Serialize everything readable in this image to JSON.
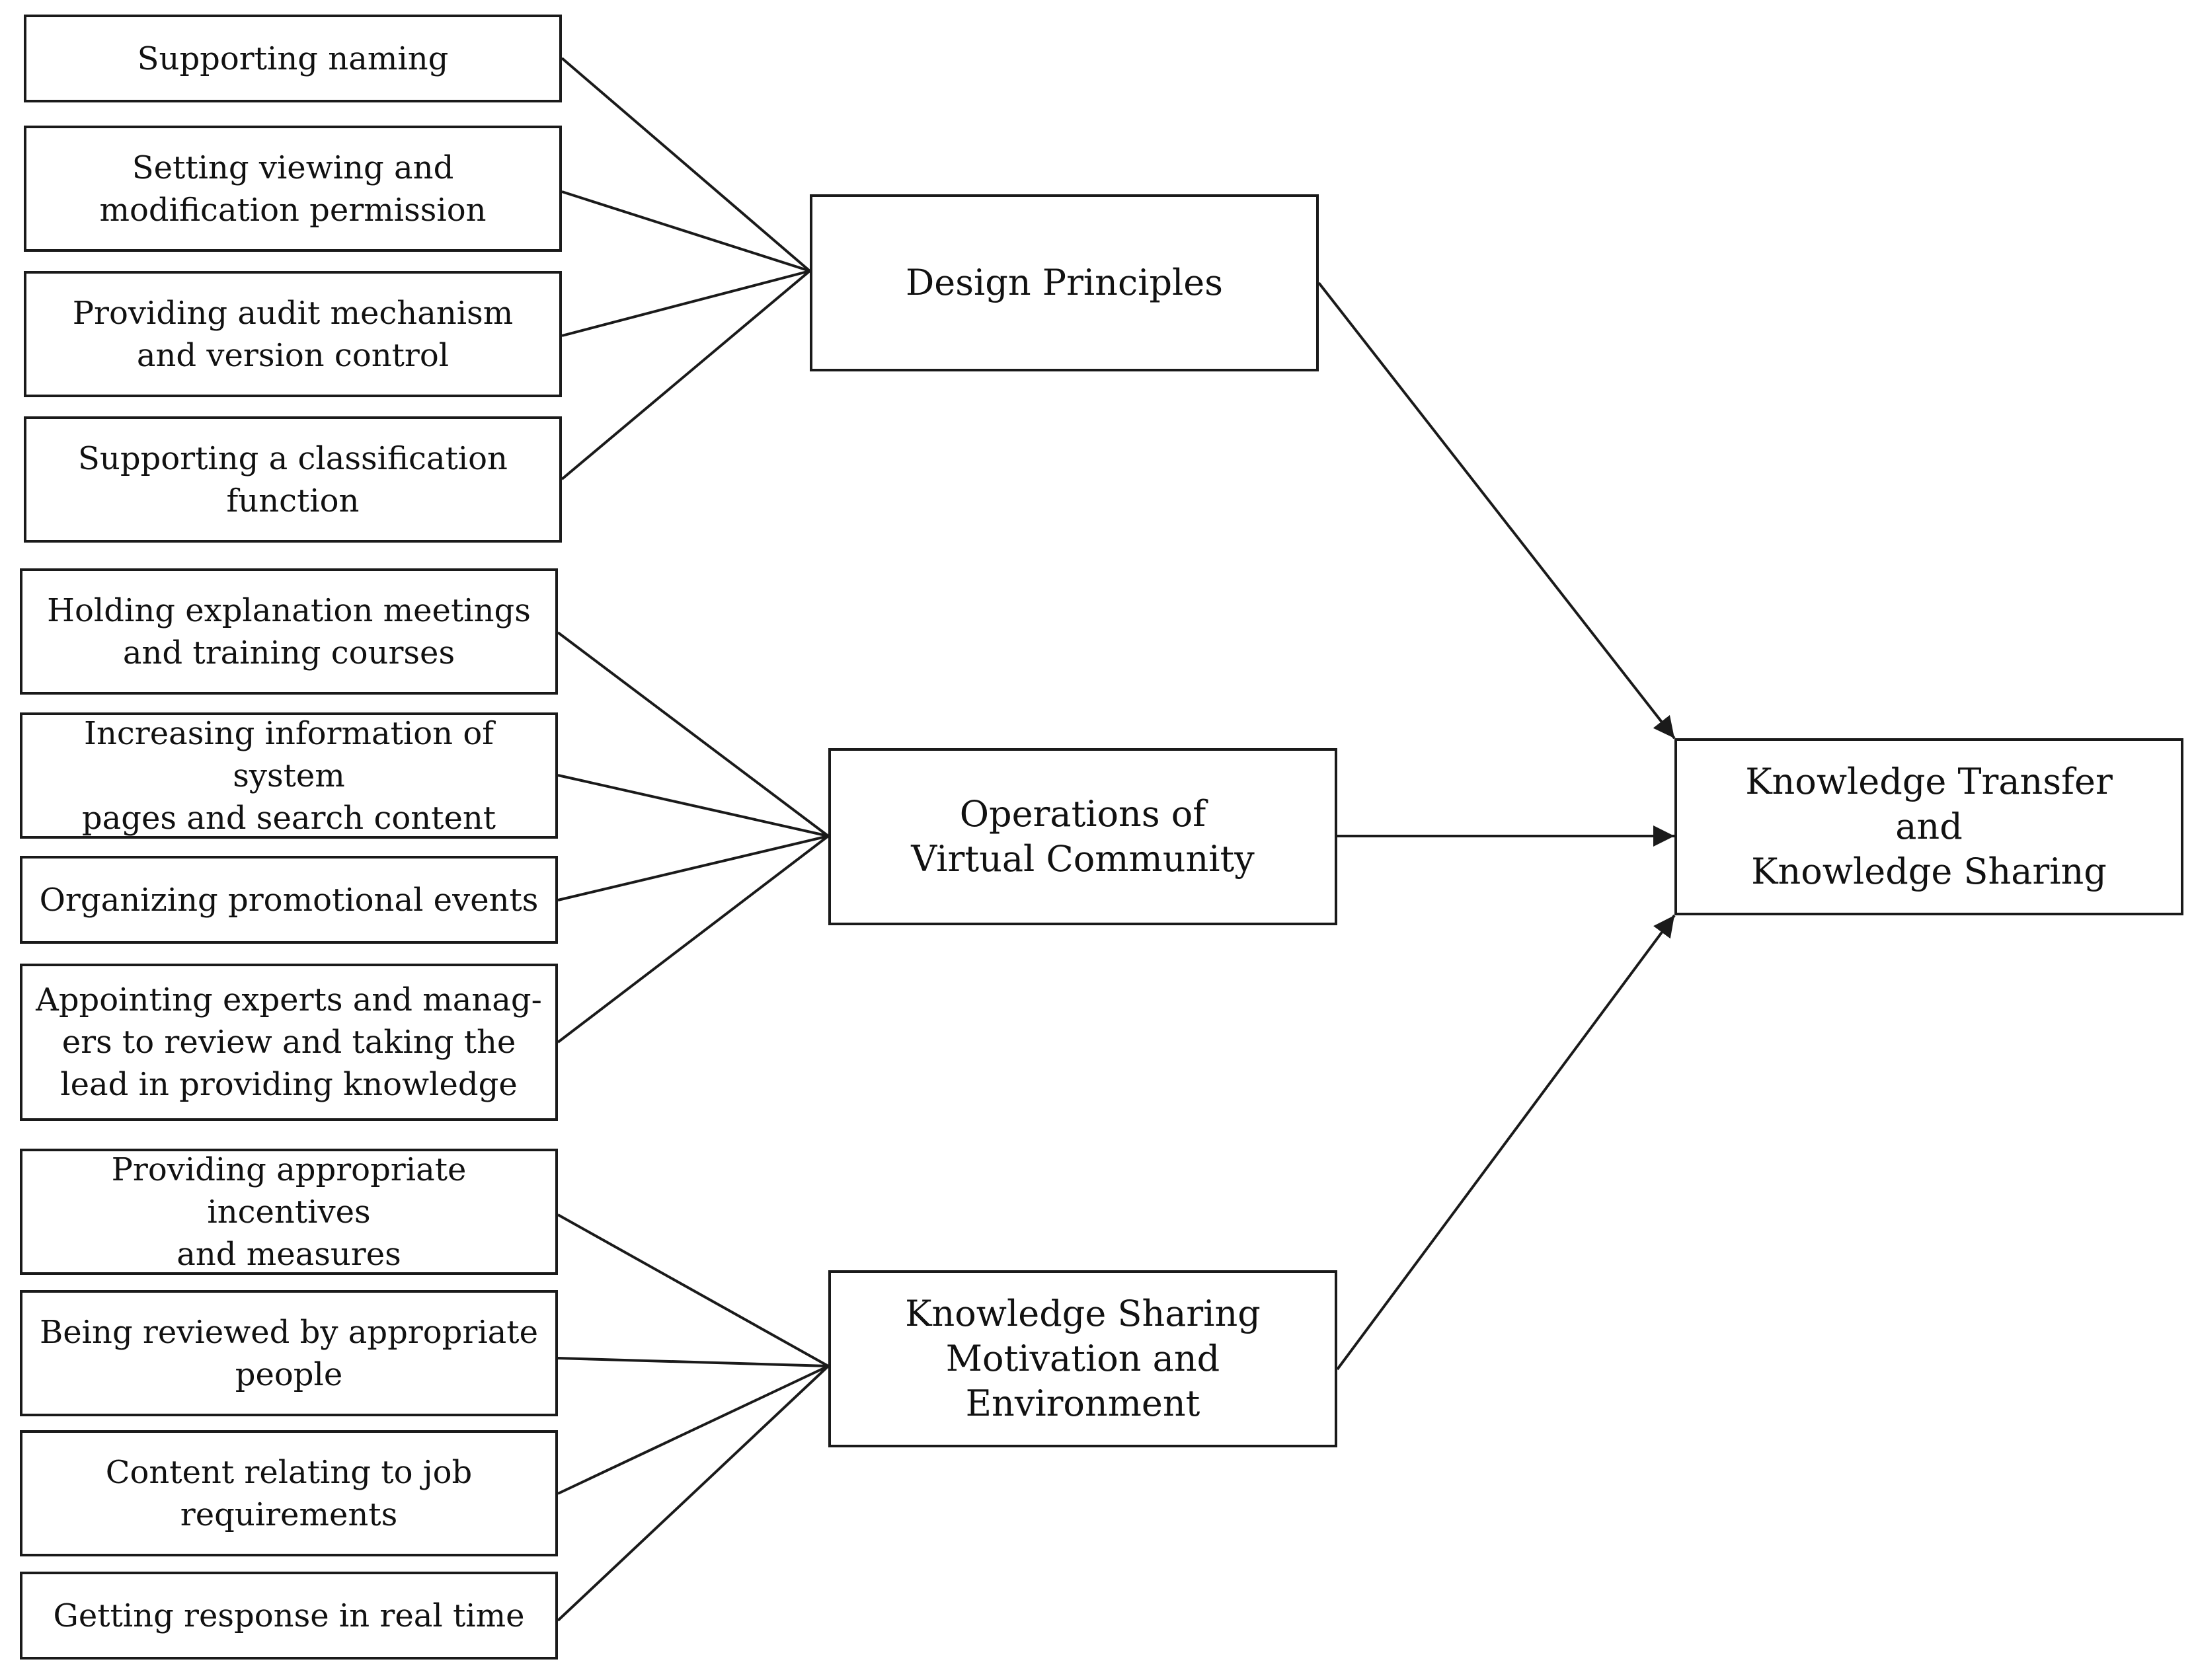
{
  "diagram": {
    "groups": [
      {
        "label": "Design Principles",
        "factors": [
          "Supporting naming",
          "Setting viewing and\nmodification permission",
          "Providing audit mechanism\nand version control",
          "Supporting a classification\nfunction"
        ]
      },
      {
        "label": "Operations of\nVirtual Community",
        "factors": [
          "Holding explanation meetings\nand training courses",
          "Increasing information of system\npages and search content",
          "Organizing promotional events",
          "Appointing experts and manag-\ners to review and taking the\nlead in providing knowledge"
        ]
      },
      {
        "label": "Knowledge Sharing\nMotivation and\nEnvironment",
        "factors": [
          "Providing appropriate incentives\nand measures",
          "Being reviewed by appropriate\npeople",
          "Content relating to job\nrequirements",
          "Getting response in real time"
        ]
      }
    ],
    "outcome": {
      "label": "Knowledge Transfer\nand\nKnowledge Sharing"
    },
    "style": {
      "stroke": "#1a1a1a",
      "background": "#ffffff"
    }
  }
}
